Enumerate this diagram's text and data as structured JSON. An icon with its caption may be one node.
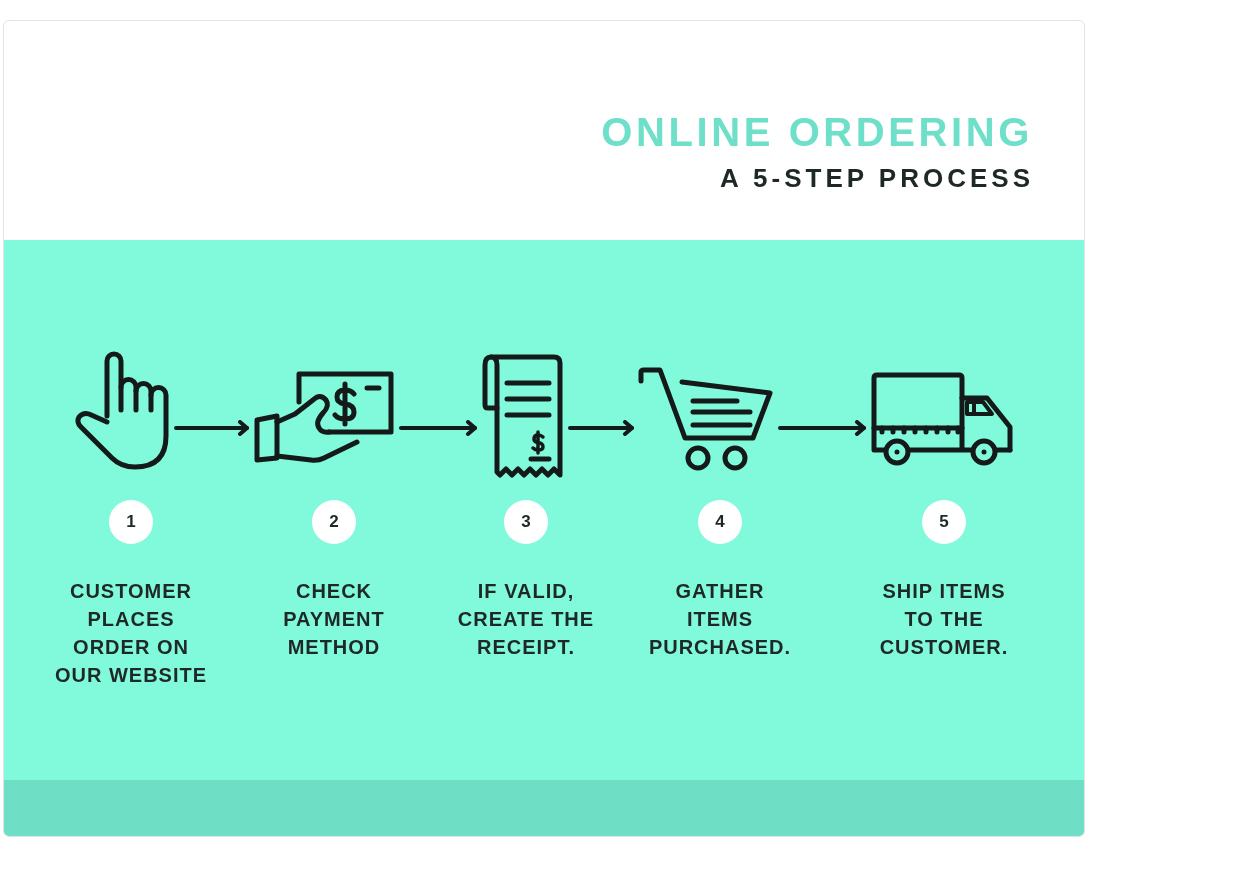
{
  "diagram": {
    "title": "ONLINE ORDERING",
    "nodes": [
      {
        "text": [],
        "shape": "picture"
      },
      {
        "text": [],
        "shape": "picture"
      },
      {
        "text": [],
        "shape": "picture"
      },
      {
        "text": [],
        "shape": "picture"
      },
      {
        "text": [],
        "shape": "picture"
      },
      {
        "text": [
          "1"
        ],
        "beside": [
          "CUSTOMER PLACES ORDER ON OUR WEBSITE"
        ]
      },
      {
        "text": [
          "2"
        ],
        "beside": [
          "CHECK PAYMENT METHOD"
        ]
      },
      {
        "text": [
          "3"
        ],
        "beside": [
          "IF VALID, CREATE THE RECEIPT."
        ]
      },
      {
        "text": [
          "4"
        ],
        "beside": [
          "GATHER ITEMS PURCHASED."
        ]
      },
      {
        "text": [
          "5"
        ],
        "beside": [
          "SHIP ITEMS TO THE CUSTOMER."
        ]
      }
    ],
    "edges": [
      {
        "from": 0,
        "to": 1,
        "arrow": "to"
      },
      {
        "from": 1,
        "to": 2,
        "arrow": "to"
      },
      {
        "from": 2,
        "to": 3,
        "arrow": "to"
      },
      {
        "from": 3,
        "to": 4,
        "arrow": "to"
      }
    ],
    "labels": [
      "A 5-STEP PROCESS"
    ]
  }
}
